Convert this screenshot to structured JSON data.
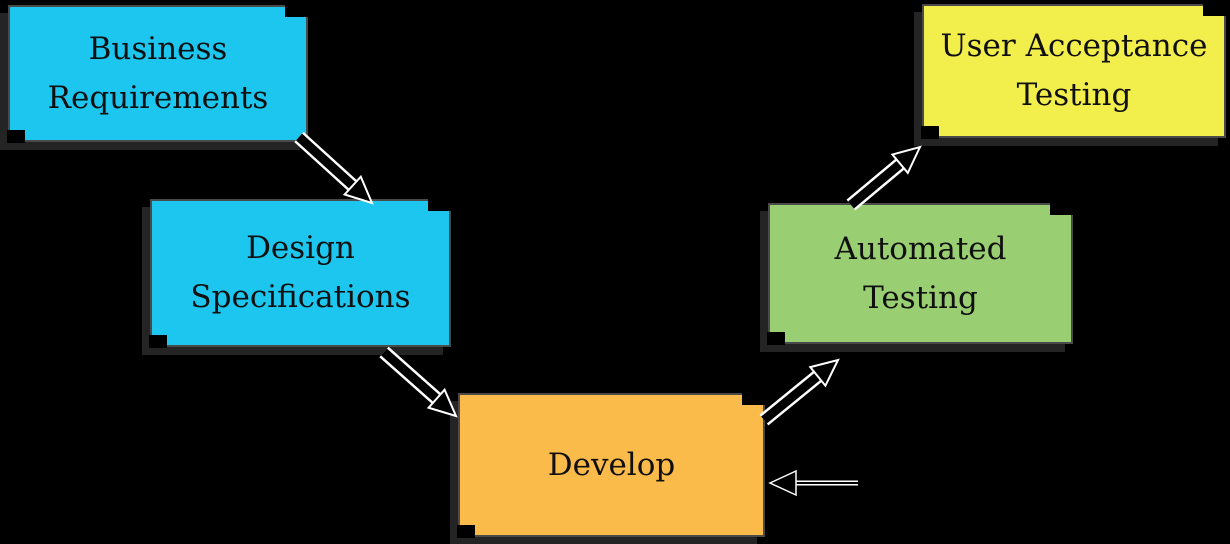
{
  "diagram": {
    "background_color": "#000000",
    "text_color": "#101010",
    "arrow_fill_color": "#000000",
    "arrow_outline_color": "#ffffff",
    "nodes": [
      {
        "id": "business-requirements",
        "label": "Business\nRequirements",
        "fill": "#1cc6ef"
      },
      {
        "id": "design-specifications",
        "label": "Design\nSpecifications",
        "fill": "#1cc6ef"
      },
      {
        "id": "develop",
        "label": "Develop",
        "fill": "#fbbb4a"
      },
      {
        "id": "automated-testing",
        "label": "Automated\nTesting",
        "fill": "#9ace72"
      },
      {
        "id": "user-acceptance-testing",
        "label": "User Acceptance\nTesting",
        "fill": "#f2ef4c"
      }
    ],
    "edges": [
      {
        "from": "business-requirements",
        "to": "design-specifications"
      },
      {
        "from": "design-specifications",
        "to": "develop"
      },
      {
        "from": "develop",
        "to": "automated-testing"
      },
      {
        "from": "automated-testing",
        "to": "user-acceptance-testing"
      },
      {
        "from": null,
        "to": "develop"
      }
    ]
  }
}
